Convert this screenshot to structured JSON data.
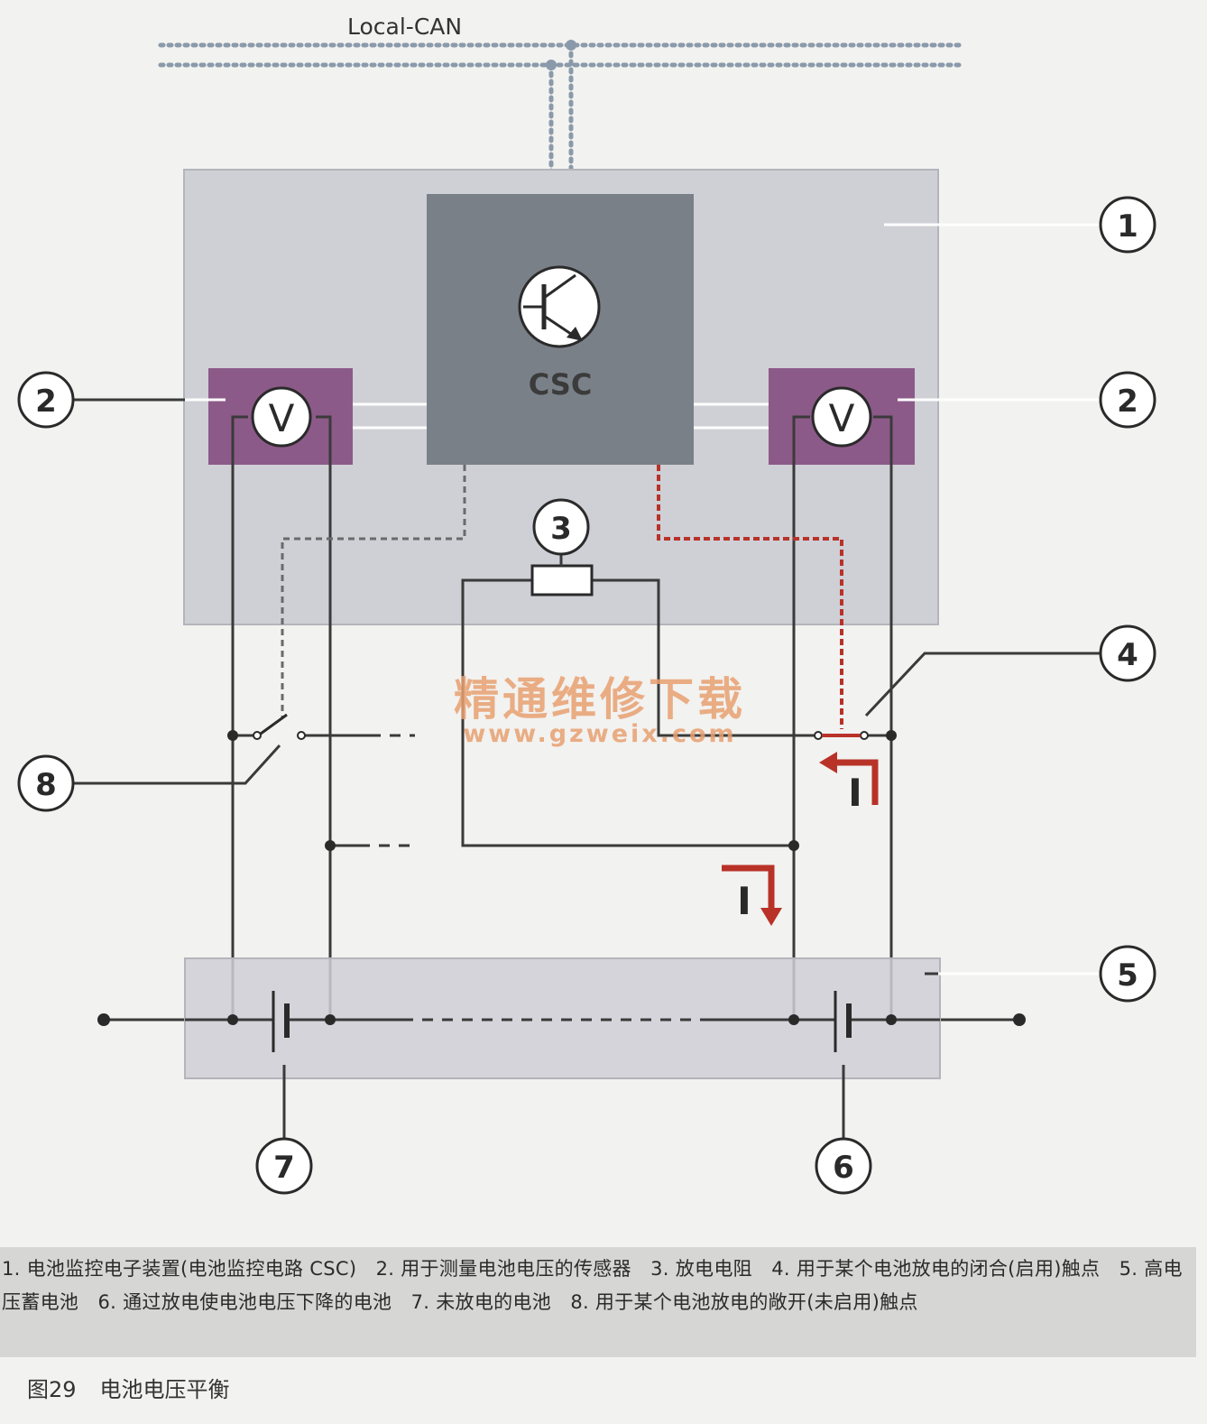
{
  "bus": {
    "label": "Local-CAN"
  },
  "module": {
    "label": "CSC",
    "sensor_symbol": "V"
  },
  "current_symbol": "I",
  "callouts": {
    "c1": "1",
    "c2_left": "2",
    "c2_right": "2",
    "c3": "3",
    "c4": "4",
    "c5": "5",
    "c6": "6",
    "c7": "7",
    "c8": "8"
  },
  "watermark": {
    "line1": "精通维修下载",
    "line2": "www.gzweix.com"
  },
  "caption": {
    "text": "1. 电池监控电子装置(电池监控电路 CSC)　2. 用于测量电池电压的传感器　3. 放电电阻　4. 用于某个电池放电的闭合(启用)触点　5. 高电压蓄电池　6. 通过放电使电池电压下降的电池　7. 未放电的电池　8. 用于某个电池放电的敞开(未启用)触点"
  },
  "figure": {
    "number": "图29",
    "title": "电池电压平衡"
  },
  "colors": {
    "module_bg": "#cfcfd6",
    "csc_bg": "#7a8088",
    "sensor_bg": "#8c5a88",
    "wire": "#3a3a3a",
    "can_dots": "#8a9aaa",
    "active_current": "#b83228",
    "callout_circle": "#2a2a2a"
  },
  "icons": [
    "transistor-icon",
    "voltmeter-icon",
    "resistor-icon",
    "battery-cell-icon",
    "switch-icon",
    "current-arrow-icon"
  ]
}
